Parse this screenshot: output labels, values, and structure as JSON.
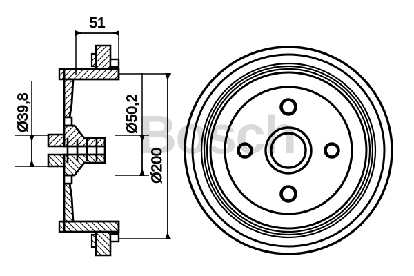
{
  "document": {
    "kind": "engineering-drawing",
    "subject": "Brake drum",
    "brand_watermark": "Bosch",
    "background_color": "#ffffff",
    "line_color": "#000000",
    "watermark_color": "#d9d9d9"
  },
  "dimensions": {
    "width_51": {
      "label": "51",
      "orientation": "horizontal",
      "description": "overall drum depth"
    },
    "bore_39_8": {
      "label": "Ø39,8",
      "orientation": "vertical-rotated",
      "description": "hub inner bore diameter"
    },
    "hub_50_2": {
      "label": "Ø50,2",
      "orientation": "vertical-rotated",
      "description": "hub outer diameter"
    },
    "drum_200": {
      "label": "Ø200",
      "orientation": "vertical-rotated",
      "description": "brake drum friction diameter"
    }
  },
  "views": {
    "section": {
      "name": "cross-section-view",
      "title": "Sectional side view",
      "features": [
        "hatched drum wall",
        "hub flange",
        "wheel stud bosses",
        "inner bearing bore"
      ]
    },
    "front": {
      "name": "front-view",
      "title": "Front elevation",
      "lug_hole_count": 4,
      "concentric_ring_count": 7,
      "features": [
        "outer drum rim",
        "friction surface rings",
        "mounting face",
        "centre bore",
        "four lug holes"
      ]
    }
  }
}
